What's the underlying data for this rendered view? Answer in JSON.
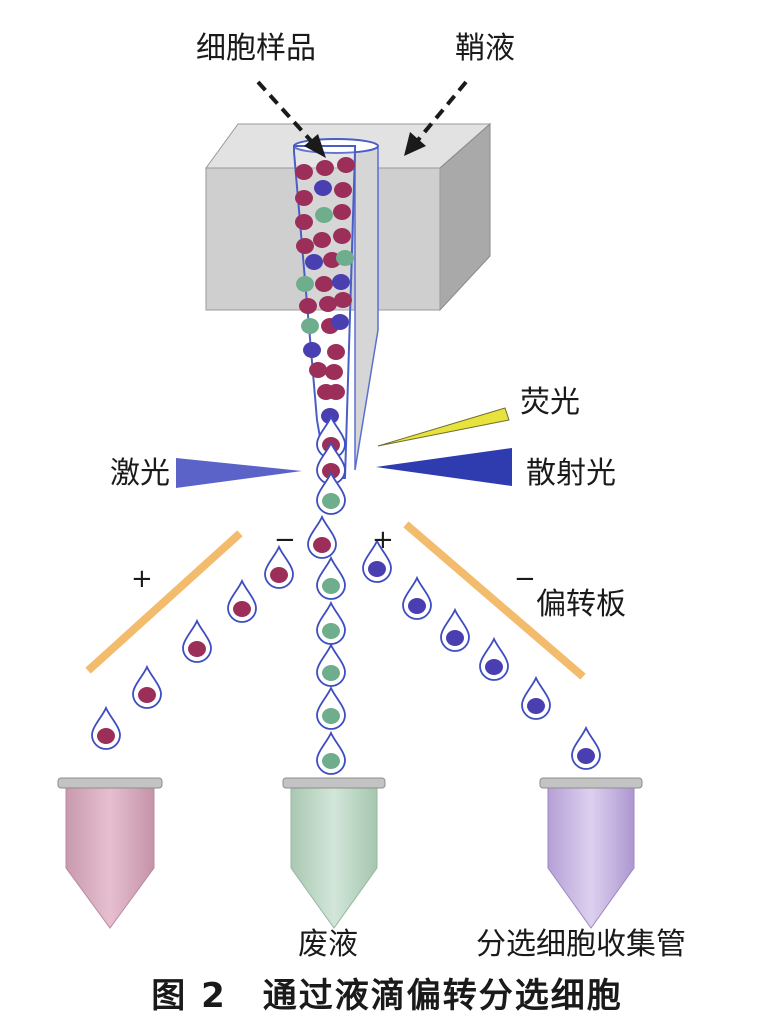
{
  "labels": {
    "cell_sample": "细胞样品",
    "sheath_fluid": "鞘液",
    "fluorescence": "荧光",
    "laser": "激光",
    "scatter_light": "散射光",
    "deflection_plate": "偏转板",
    "waste": "废液",
    "collection_tube": "分选细胞收集管",
    "plus_left": "+",
    "minus_left": "−",
    "plus_right": "+",
    "minus_right": "−"
  },
  "caption": "图 2　通过液滴偏转分选细胞",
  "colors": {
    "cell_maroon": "#9b2f5a",
    "cell_blue": "#4a3fb0",
    "cell_green": "#6fae8c",
    "drop_outline": "#3e4dc0",
    "nozzle_outline": "#4a5ec8",
    "block_front": "#cfcfcf",
    "block_top": "#e2e2e2",
    "block_side": "#a7a7a7",
    "plate": "#f3bb6c",
    "laser_beam": "#5b63c8",
    "scatter_beam": "#2e3cb0",
    "fluorescence_beam": "#e8e23c",
    "tube_pink": "#d9a9bd",
    "tube_green": "#bcd7c5",
    "tube_purple": "#c8b3e4"
  }
}
